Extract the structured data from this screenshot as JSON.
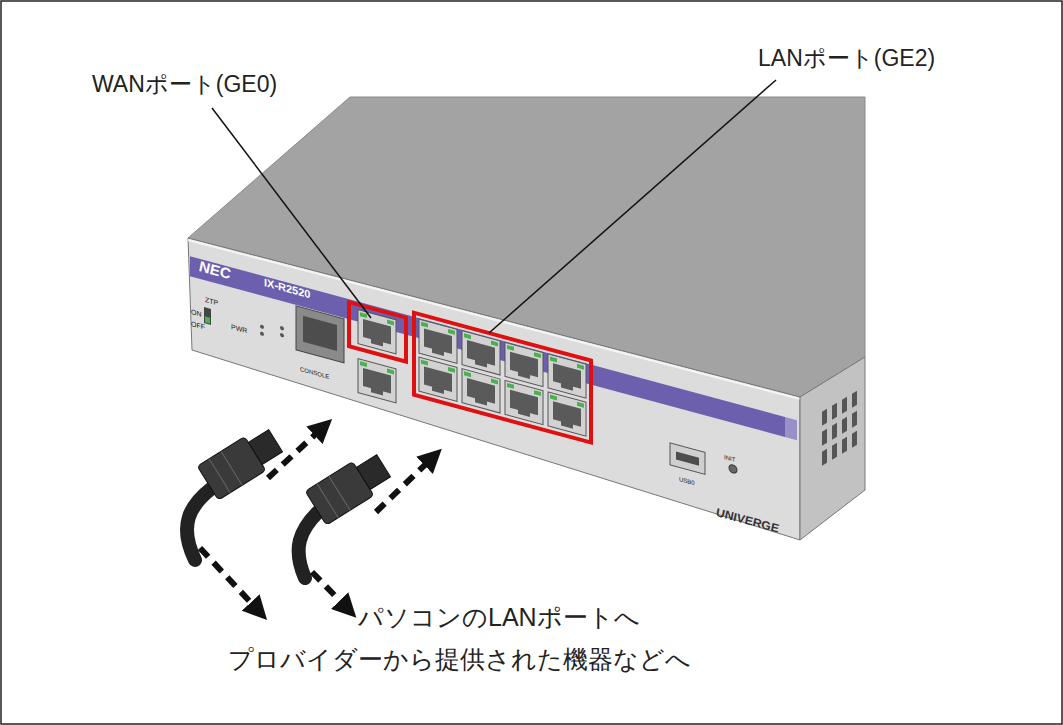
{
  "diagram": {
    "labels": [
      "WANポート(GE0)",
      "LANポート(GE2)",
      "パソコンのLANポートへ",
      "プロバイダーから提供された機器などへ",
      "NEC",
      "IX-R2520",
      "ZTP",
      "ON",
      "OFF",
      "PWR",
      "CONSOLE",
      "USB0",
      "INIT",
      "UNIVERGE"
    ]
  }
}
